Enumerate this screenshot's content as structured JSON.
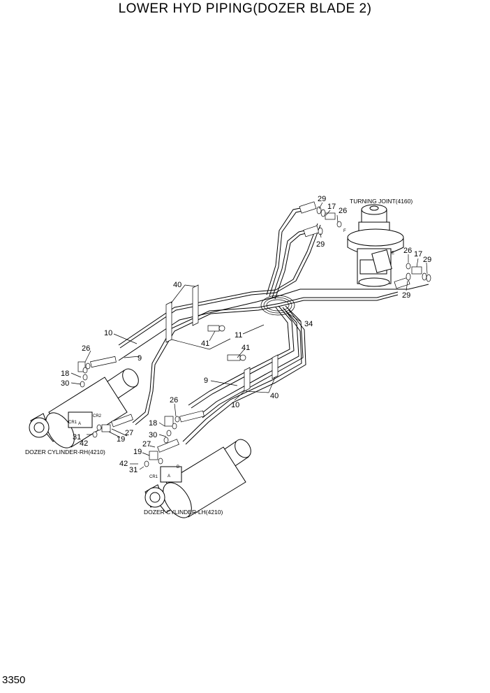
{
  "title": "LOWER HYD PIPING(DOZER BLADE 2)",
  "page_number": "3350",
  "captions": {
    "turning_joint": "TURNING JOINT(4160)",
    "cyl_rh": "DOZER CYLINDER-RH(4210)",
    "cyl_lh": "DOZER CYLINDER-LH(4210)"
  },
  "ports": {
    "E": "E",
    "F": "F",
    "rh_cr2": "CR2",
    "rh_cr1": "CR1",
    "rh_a": "A",
    "lh_b": "B",
    "lh_a": "A",
    "lh_cr1": "CR1"
  },
  "callouts": {
    "c29a": "29",
    "c17a": "17",
    "c26a": "26",
    "c29b": "29",
    "c26b": "26",
    "c17b": "17",
    "c29c": "29",
    "c29d": "29",
    "c40a": "40",
    "c10a": "10",
    "c41a": "41",
    "c11": "11",
    "c34": "34",
    "c41b": "41",
    "c26c": "26",
    "c9a": "9",
    "c18a": "18",
    "c30a": "30",
    "c9b": "9",
    "c26d": "26",
    "c10b": "10",
    "c40b": "40",
    "c18b": "18",
    "c30b": "30",
    "c27a": "27",
    "c19a": "19",
    "c31a": "31",
    "c42a": "42",
    "c27b": "27",
    "c19b": "19",
    "c42b": "42",
    "c31b": "31"
  }
}
